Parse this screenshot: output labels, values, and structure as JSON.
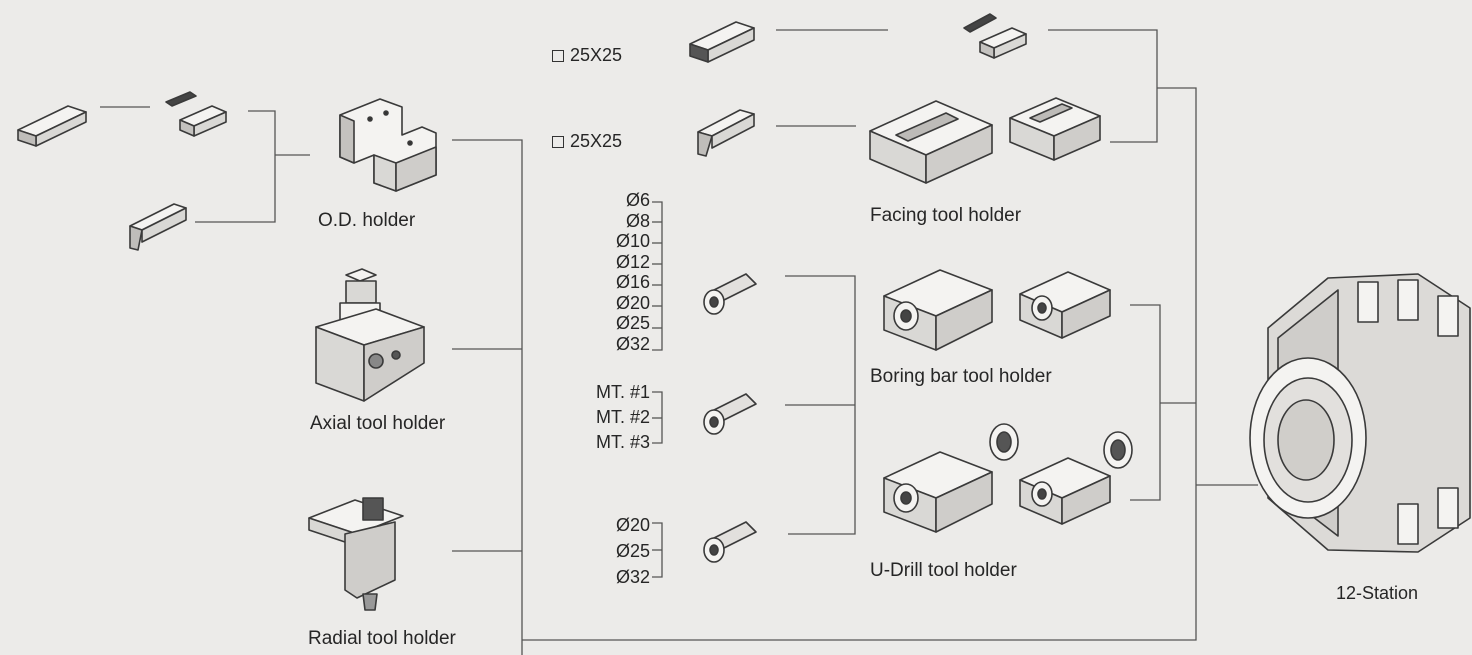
{
  "holders": {
    "od": "O.D. holder",
    "axial": "Axial tool holder",
    "radial": "Radial tool holder",
    "facing": "Facing tool holder",
    "boring": "Boring bar tool holder",
    "udrill": "U-Drill tool holder",
    "turret": "12-Station"
  },
  "shank_sizes": [
    "25X25",
    "25X25"
  ],
  "boring_diameters": [
    "Ø6",
    "Ø8",
    "Ø10",
    "Ø12",
    "Ø16",
    "Ø20",
    "Ø25",
    "Ø32"
  ],
  "morse_tapers": [
    "MT. #1",
    "MT. #2",
    "MT. #3"
  ],
  "udrill_diameters": [
    "Ø20",
    "Ø25",
    "Ø32"
  ],
  "icons": {
    "turning_tool": "turning-tool-icon",
    "clamp_wedge": "clamp-wedge-icon",
    "od_block": "od-holder-block-icon",
    "axial": "axial-tool-holder-icon",
    "radial": "radial-tool-holder-icon",
    "sleeve": "tool-sleeve-icon",
    "facing": "facing-holder-block-icon",
    "boring": "boring-bar-holder-icon",
    "washer": "washer-ring-icon",
    "turret": "turret-disc-icon"
  }
}
